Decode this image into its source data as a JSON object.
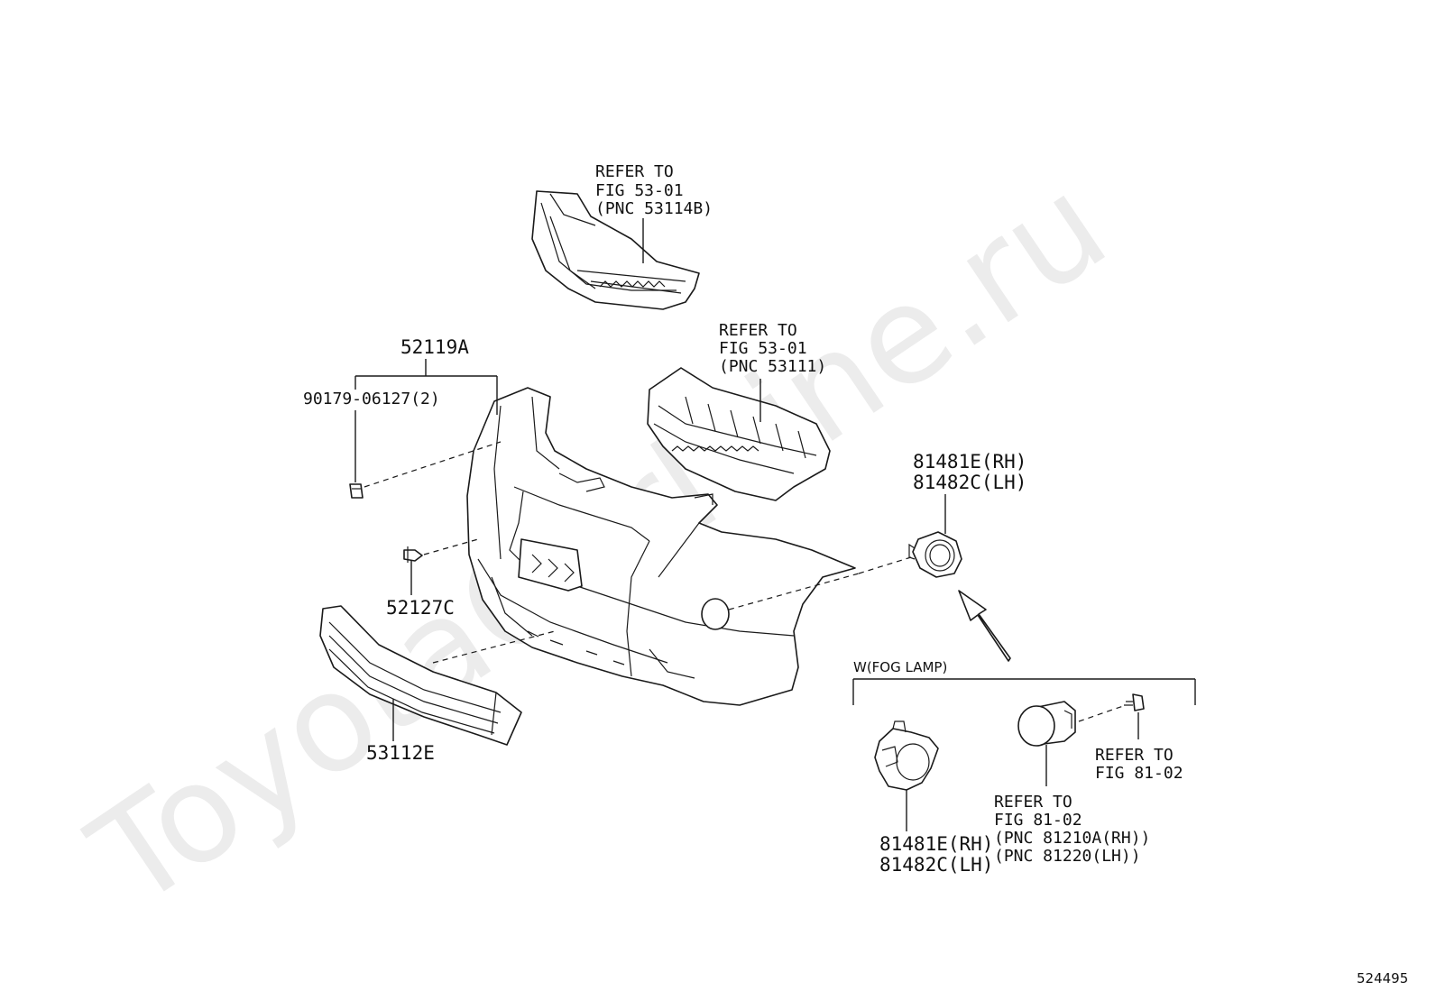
{
  "watermark": "ToyotaCarMine.ru",
  "figure_number": "524495",
  "callouts": {
    "upper_grille_ref": [
      "REFER TO",
      "FIG 53-01",
      "(PNC 53114B)"
    ],
    "radiator_grille_ref": [
      "REFER TO",
      "FIG 53-01",
      "(PNC 53111)"
    ],
    "bumper_cover": "52119A",
    "clip": "90179-06127(2)",
    "retainer": "52127C",
    "lower_grille": "53112E",
    "fog_cover": [
      "81481E(RH)",
      "81482C(LH)"
    ],
    "fog_group_title": "W(FOG LAMP)",
    "fog_lamp_ref": [
      "REFER TO",
      "FIG 81-02",
      "(PNC 81210A(RH))",
      "(PNC 81220(LH))"
    ],
    "screw_ref": [
      "REFER TO",
      "FIG 81-02"
    ],
    "fog_bracket": [
      "81481E(RH)",
      "81482C(LH)"
    ]
  }
}
